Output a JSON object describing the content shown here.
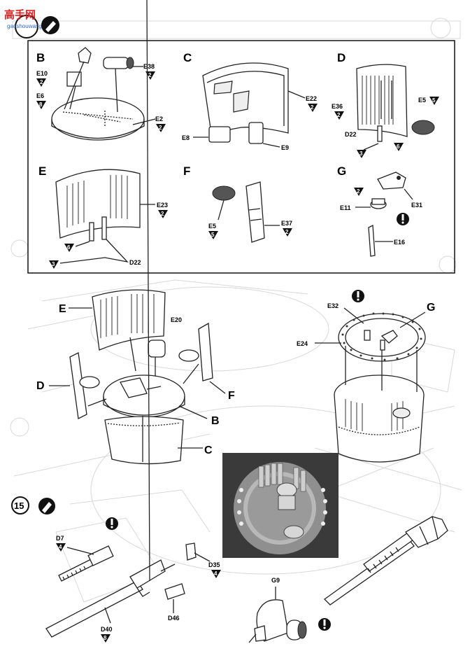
{
  "watermark": {
    "chars": "高手网",
    "sub": "gaoshouwang"
  },
  "step": {
    "number": "15"
  },
  "subassemblies": {
    "B": {
      "letter": "B",
      "parts": [
        {
          "code": "E10",
          "qty": "2"
        },
        {
          "code": "E38",
          "qty": "2"
        },
        {
          "code": "E6",
          "qty": "8"
        },
        {
          "code": "E2",
          "qty": "2"
        }
      ]
    },
    "C": {
      "letter": "C",
      "parts": [
        {
          "code": "E22",
          "qty": "2"
        },
        {
          "code": "E8",
          "qty": ""
        },
        {
          "code": "E9",
          "qty": ""
        }
      ]
    },
    "D": {
      "letter": "D",
      "parts": [
        {
          "code": "E36",
          "qty": "2"
        },
        {
          "code": "E5",
          "qty": "5"
        },
        {
          "code": "D22",
          "qty": ""
        },
        {
          "code": "",
          "qty": "3"
        },
        {
          "code": "",
          "qty": "6"
        }
      ]
    },
    "E": {
      "letter": "E",
      "parts": [
        {
          "code": "E23",
          "qty": "2"
        },
        {
          "code": "",
          "qty": "6"
        },
        {
          "code": "",
          "qty": "3"
        },
        {
          "code": "D22",
          "qty": ""
        }
      ]
    },
    "F": {
      "letter": "F",
      "parts": [
        {
          "code": "E5",
          "qty": "5"
        },
        {
          "code": "E37",
          "qty": "2"
        }
      ]
    },
    "G": {
      "letter": "G",
      "parts": [
        {
          "code": "",
          "qty": "2"
        },
        {
          "code": "E31",
          "qty": ""
        },
        {
          "code": "E11",
          "qty": ""
        },
        {
          "code": "E16",
          "qty": ""
        }
      ]
    }
  },
  "assembly": {
    "labels": [
      "E",
      "E20",
      "D",
      "F",
      "B",
      "C"
    ],
    "ring": {
      "e32": "E32",
      "e24": "E24",
      "g": "G"
    }
  },
  "gun": {
    "parts": [
      {
        "code": "D7",
        "qty": "4"
      },
      {
        "code": "D35",
        "qty": "4"
      },
      {
        "code": "D46",
        "qty": ""
      },
      {
        "code": "D40",
        "qty": "8"
      },
      {
        "code": "G9",
        "qty": ""
      }
    ]
  },
  "icons": [
    "caution-icon",
    "glue-icon",
    "paint-icon"
  ]
}
